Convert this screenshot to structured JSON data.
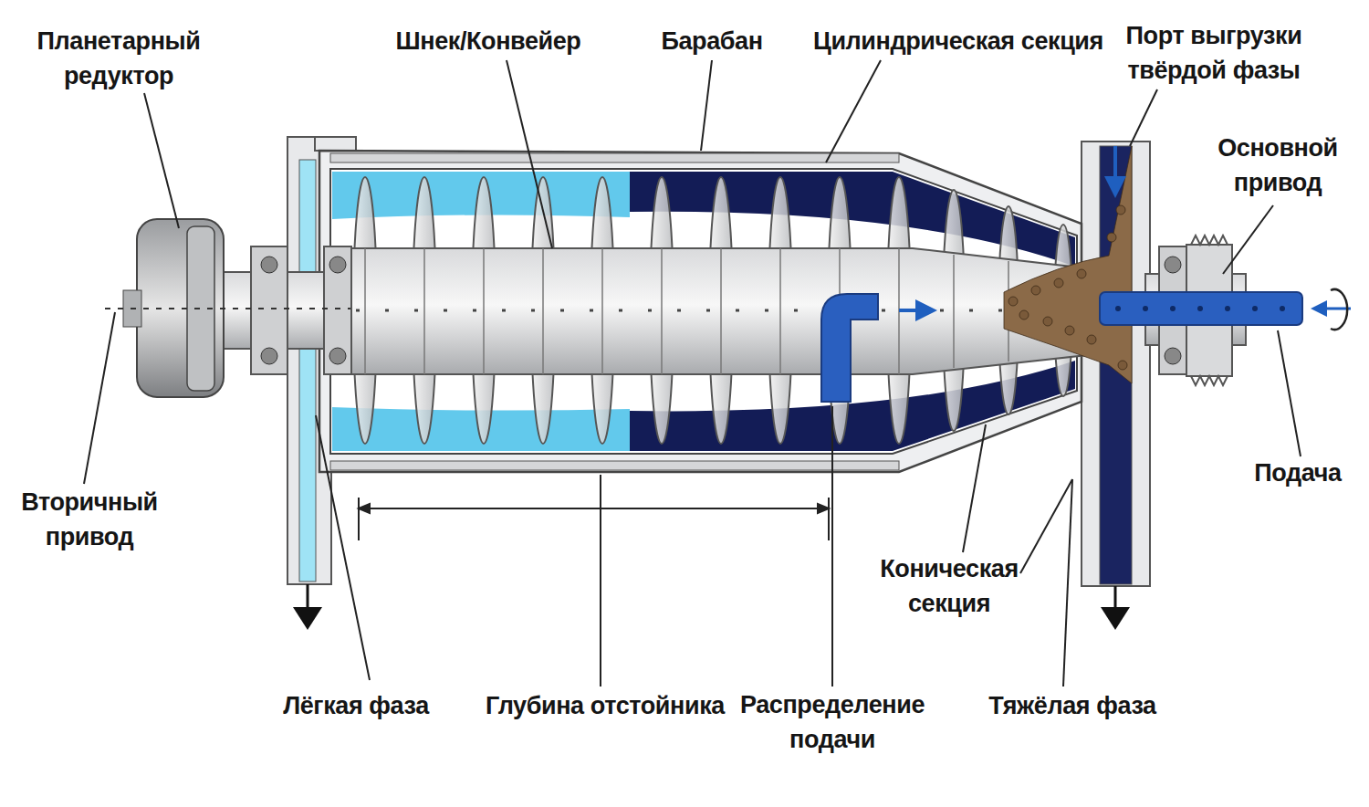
{
  "diagram": {
    "labels": [
      "Планетарный редуктор",
      "Шнек/Конвейер",
      "Барабан",
      "Цилиндрическая секция",
      "Порт выгрузки твёрдой фазы",
      "Основной привод",
      "Подача",
      "Вторичный привод",
      "Лёгкая фаза",
      "Глубина отстойника",
      "Распределение подачи",
      "Коническая секция",
      "Тяжёлая фаза"
    ]
  }
}
